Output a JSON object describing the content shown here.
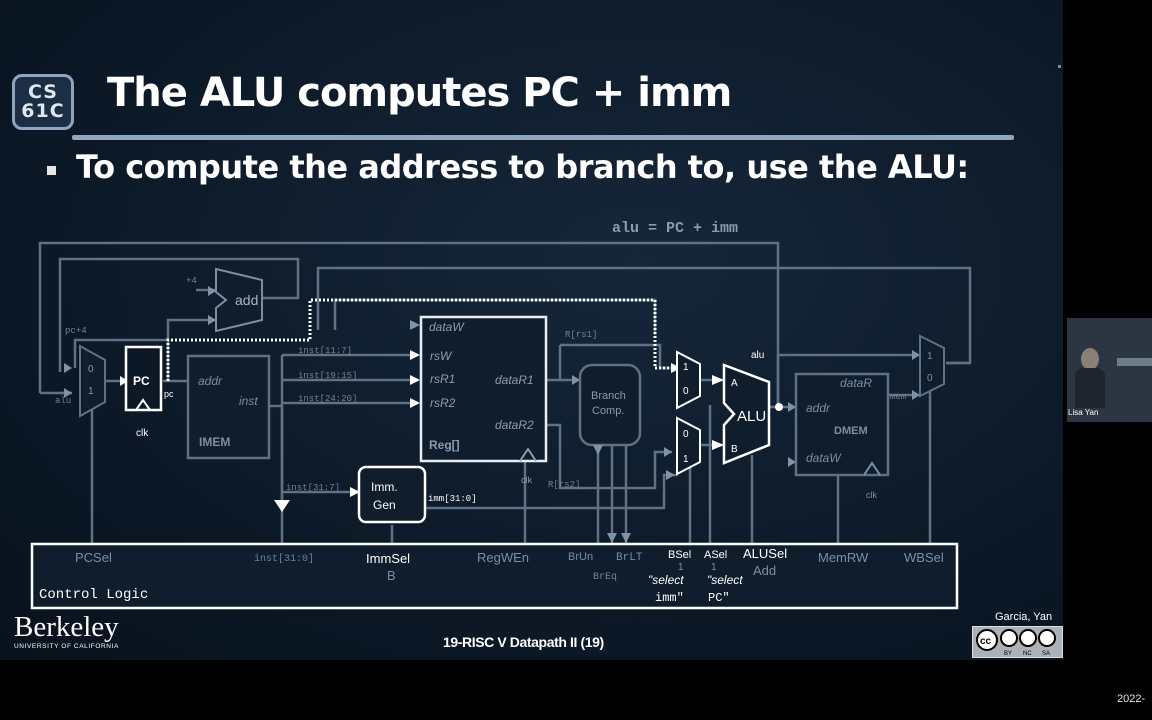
{
  "slide": {
    "logo": {
      "line1": "CS",
      "line2": "61C"
    },
    "title": "The ALU computes PC + imm",
    "bullet": "To compute the address to branch to, use the ALU:",
    "footer": "19-RISC V Datapath II (19)",
    "author": "Garcia, Yan",
    "institution": "Berkeley",
    "institution_sub": "UNIVERSITY OF CALIFORNIA",
    "license": [
      "BY",
      "NC",
      "SA"
    ]
  },
  "diagram": {
    "equation": "alu = PC + imm",
    "adder": "add",
    "plus4": "+4",
    "pc4": "pc+4",
    "alu_in": "alu",
    "pc_label": "PC",
    "pc_out": "pc",
    "clk": "clk",
    "mux_pc": {
      "in0": "0",
      "in1": "1"
    },
    "imem": {
      "name": "IMEM",
      "addr": "addr",
      "inst": "inst"
    },
    "inst_fields": [
      "inst[11:7]",
      "inst[19:15]",
      "inst[24:20]",
      "inst[31:7]"
    ],
    "regfile": {
      "name": "Reg[]",
      "dataW": "dataW",
      "rsW": "rsW",
      "rsR1": "rsR1",
      "rsR2": "rsR2",
      "dataR1": "dataR1",
      "dataR2": "dataR2"
    },
    "reg_outputs": [
      "R[rs1]",
      "R[rs2]"
    ],
    "branch": {
      "line1": "Branch",
      "line2": "Comp."
    },
    "immgen": {
      "line1": "Imm.",
      "line2": "Gen",
      "out": "imm[31:0]"
    },
    "mux_a": {
      "top": "1",
      "bottom": "0"
    },
    "mux_b": {
      "top": "0",
      "bottom": "1"
    },
    "alu": {
      "name": "ALU",
      "a": "A",
      "b": "B",
      "out": "alu"
    },
    "dmem": {
      "name": "DMEM",
      "dataR": "dataR",
      "addr": "addr",
      "dataW": "dataW"
    },
    "mem_label": "mem",
    "mux_wb": {
      "top": "1",
      "bottom": "0"
    },
    "control": {
      "title": "Control Logic",
      "signals": [
        "PCSel",
        "inst[31:0]",
        "ImmSel",
        "RegWEn",
        "BrUn",
        "BrLT",
        "BSel",
        "ASel",
        "ALUSel",
        "MemRW",
        "WBSel"
      ],
      "immsel_val": "B",
      "breq": "BrEq",
      "bsel_val": "1",
      "asel_val": "1",
      "alusel_val": "Add",
      "bsel_note": [
        "\"select",
        "imm\""
      ],
      "asel_note": [
        "\"select",
        "PC\""
      ]
    }
  },
  "video": {
    "presenter": "Lisa Yan",
    "date": "2022-"
  }
}
